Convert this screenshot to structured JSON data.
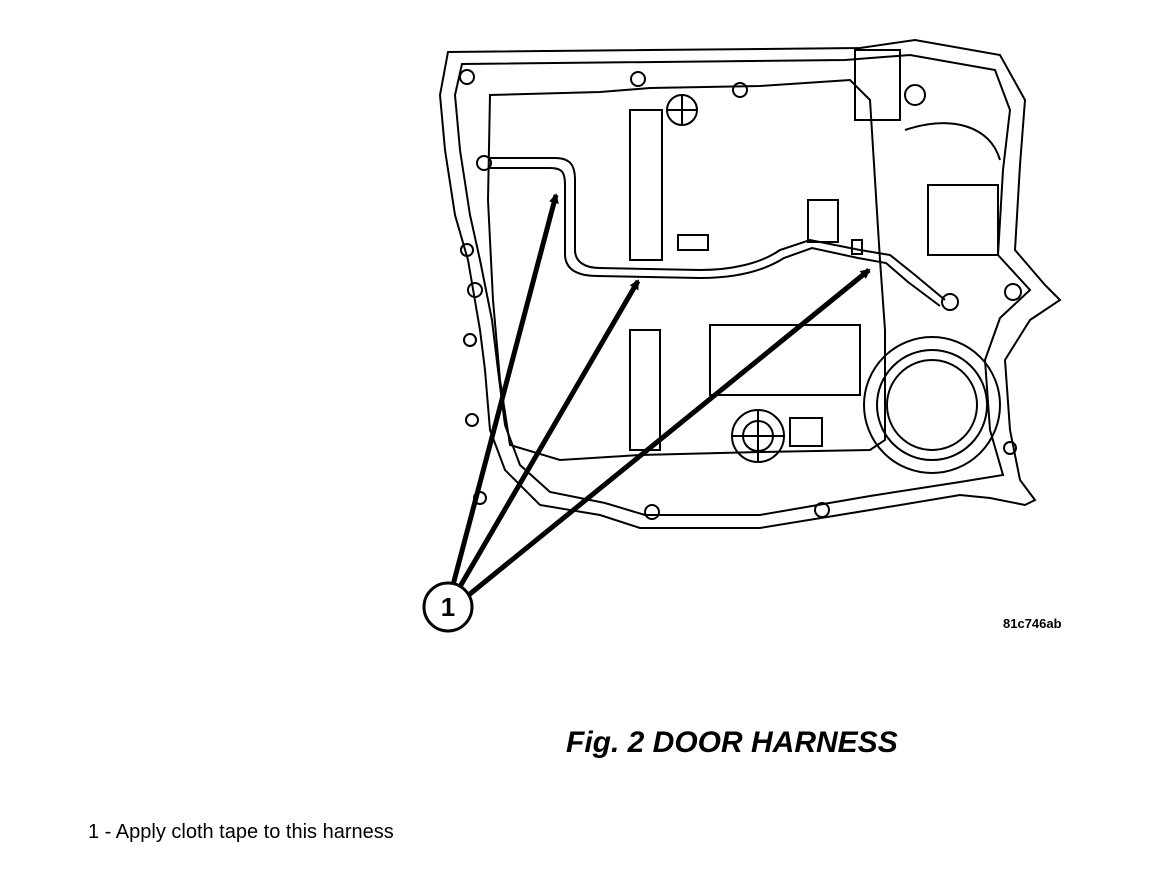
{
  "figure": {
    "reference_code": "81c746ab",
    "title": "Fig. 2 DOOR HARNESS"
  },
  "callout": {
    "number": "1"
  },
  "legend": {
    "items": [
      {
        "number": "1",
        "text": "1 - Apply cloth tape to this harness"
      }
    ]
  }
}
